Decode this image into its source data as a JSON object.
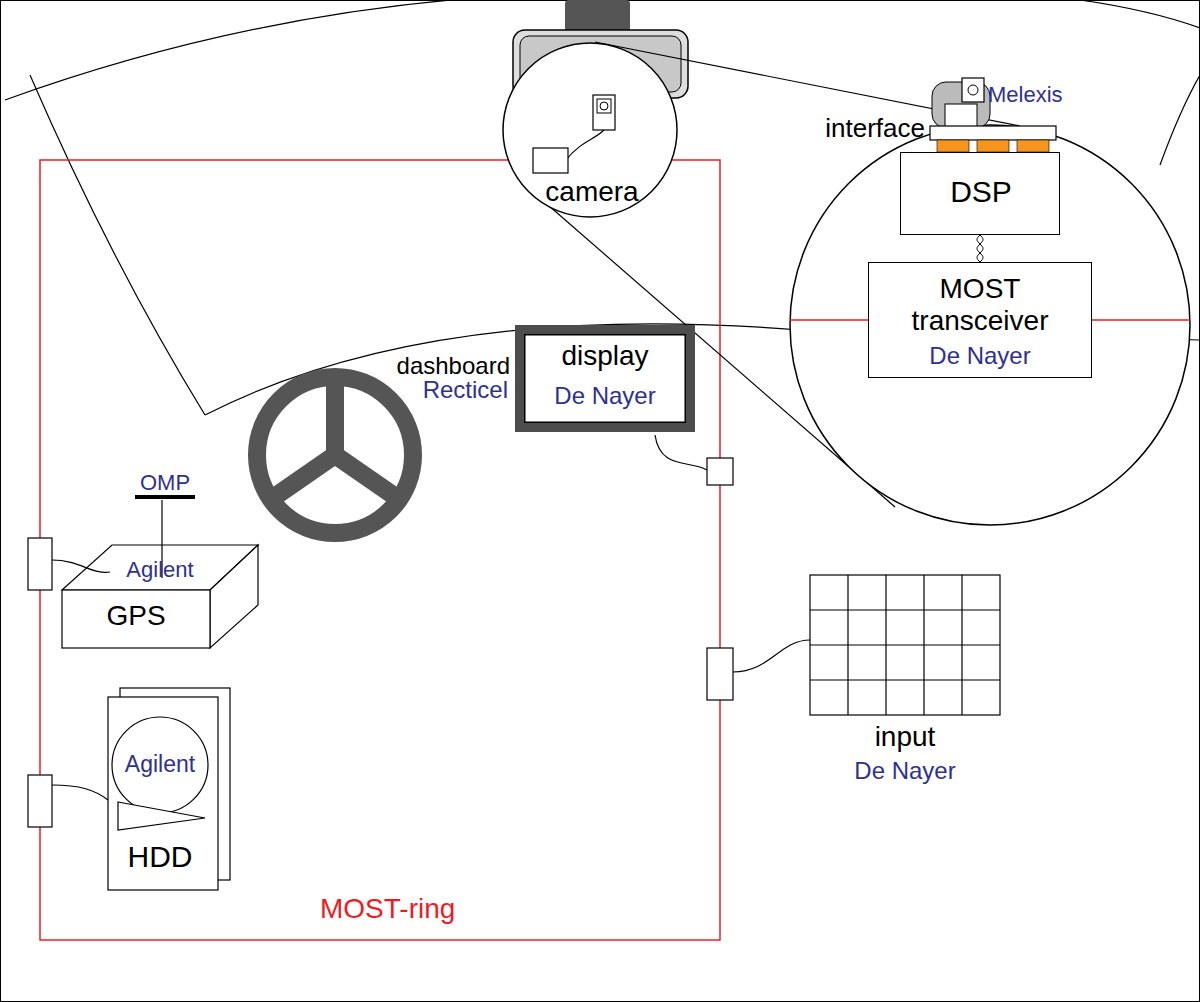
{
  "diagram": {
    "nodes": [
      {
        "text": [
          "camera"
        ]
      },
      {
        "text": [
          "DSP"
        ]
      },
      {
        "text": [
          "MOST transceiver",
          "De Nayer"
        ]
      },
      {
        "text": [
          "display",
          "De Nayer"
        ]
      },
      {
        "text": [
          "Agilent",
          "GPS"
        ]
      },
      {
        "text": [
          "input",
          "De Nayer"
        ]
      },
      {
        "text": [
          "Agilent",
          "HDD"
        ]
      }
    ],
    "edges": [
      {
        "from": 1,
        "to": 2,
        "arrow": "none"
      }
    ],
    "labels": [
      "interface",
      "Melexis",
      "dashboard",
      "Recticel",
      "OMP",
      "MOST-ring"
    ]
  }
}
